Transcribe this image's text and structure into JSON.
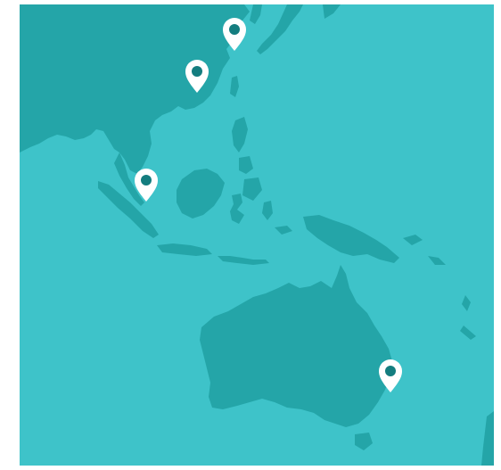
{
  "map": {
    "colors": {
      "ocean": "#3ec3c9",
      "land": "#24a5a8",
      "marker_fill": "#ffffff",
      "marker_dot": "#147d7f"
    },
    "markers": [
      {
        "id": "marker-shanghai",
        "icon": "map-pin-icon"
      },
      {
        "id": "marker-hong-kong",
        "icon": "map-pin-icon"
      },
      {
        "id": "marker-singapore",
        "icon": "map-pin-icon"
      },
      {
        "id": "marker-sydney",
        "icon": "map-pin-icon"
      }
    ]
  }
}
